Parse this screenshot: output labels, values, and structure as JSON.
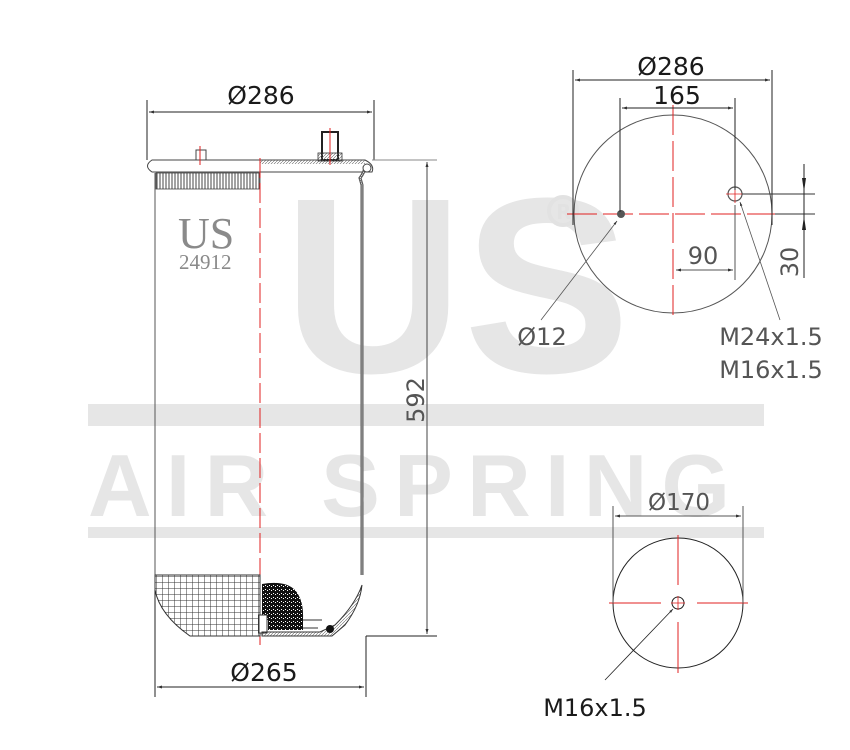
{
  "watermark": {
    "brand": "US",
    "registered": "®",
    "subtitle": "AIR SPRING"
  },
  "side_view": {
    "logo_text": "US",
    "part_number": "24912",
    "top_diameter": "Ø286",
    "bottom_diameter": "Ø265",
    "height": "592"
  },
  "top_plate_view": {
    "outer_diameter": "Ø286",
    "bolt_spacing": "165",
    "offset_x": "90",
    "offset_y": "30",
    "hole_diameter": "Ø12",
    "port_thread_1": "M24x1.5",
    "port_thread_2": "M16x1.5"
  },
  "bottom_piston_view": {
    "diameter": "Ø170",
    "thread": "M16x1.5"
  },
  "colors": {
    "line": "#333333",
    "centerline": "#e02020",
    "watermark": "#e6e6e6"
  }
}
